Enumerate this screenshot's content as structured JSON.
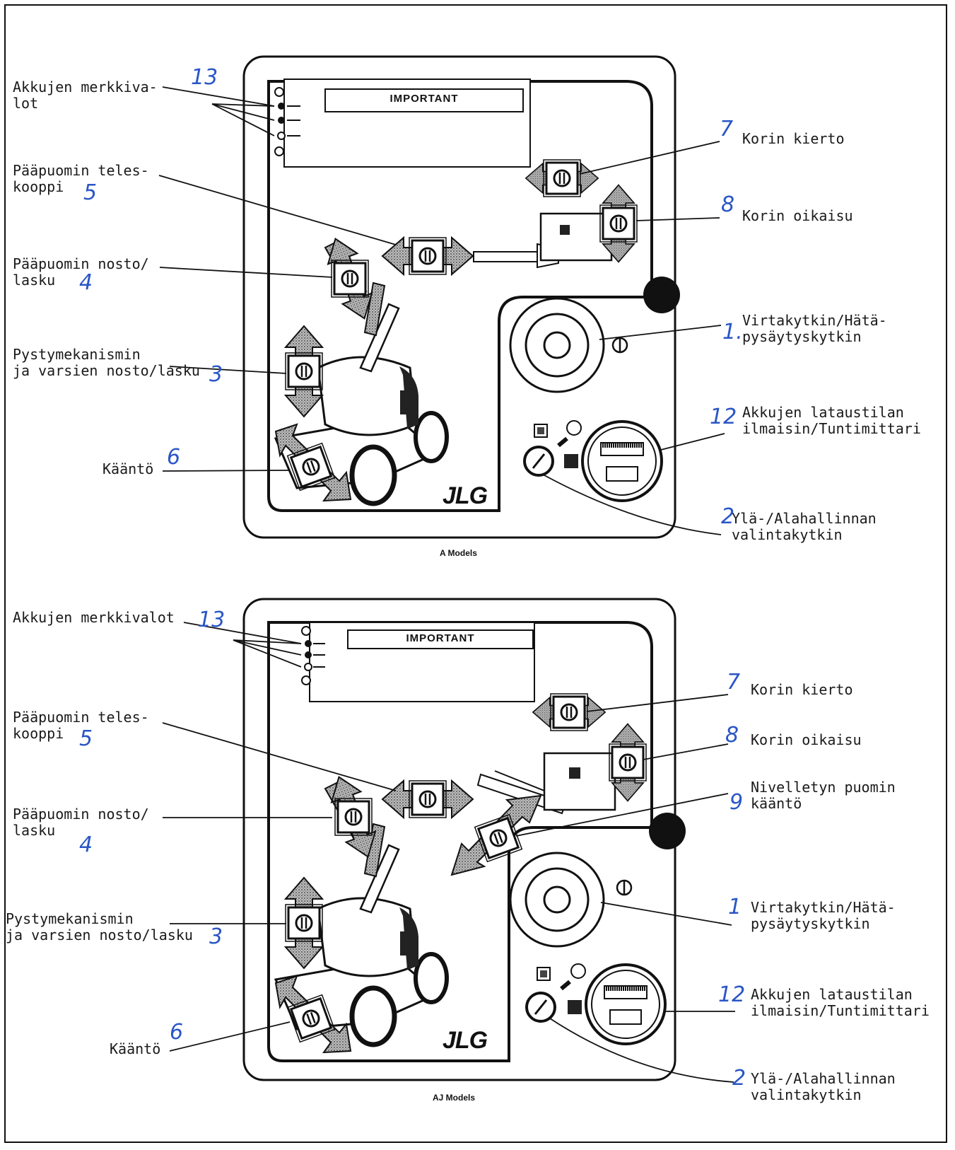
{
  "top": {
    "caption": "A Models",
    "important": "IMPORTANT",
    "logo": "JLG",
    "labels": {
      "l13": "Akkujen merkkiva-\nlot",
      "l5": "Pääpuomin teles-\nkooppi",
      "l4": "Pääpuomin nosto/\nlasku",
      "l3": "Pystymekanismin\nja varsien nosto/lasku",
      "l6": "Kääntö",
      "l7": "Korin kierto",
      "l8": "Korin oikaisu",
      "l1": "Virtakytkin/Hätä-\npysäytyskytkin",
      "l12": "Akkujen lataustilan\nilmaisin/Tuntimittari",
      "l2": "Ylä-/Alahallinnan\nvalintakytkin"
    },
    "numbers": {
      "n13": "13",
      "n5": "5",
      "n4": "4",
      "n3": "3",
      "n6": "6",
      "n7": "7",
      "n8": "8",
      "n1": "1.",
      "n12": "12",
      "n2": "2"
    }
  },
  "bottom": {
    "caption": "AJ Models",
    "important": "IMPORTANT",
    "logo": "JLG",
    "labels": {
      "l13": "Akkujen merkkivalot",
      "l5": "Pääpuomin teles-\nkooppi",
      "l4": "Pääpuomin nosto/\nlasku",
      "l3": "Pystymekanismin\nja varsien nosto/lasku",
      "l6": "Kääntö",
      "l7": "Korin kierto",
      "l8": "Korin oikaisu",
      "l9": "Nivelletyn puomin\nkääntö",
      "l1": "Virtakytkin/Hätä-\npysäytyskytkin",
      "l12": "Akkujen lataustilan\nilmaisin/Tuntimittari",
      "l2": "Ylä-/Alahallinnan\nvalintakytkin"
    },
    "numbers": {
      "n13": "13",
      "n5": "5",
      "n4": "4",
      "n3": "3",
      "n6": "6",
      "n7": "7",
      "n8": "8",
      "n9": "9",
      "n1": "1",
      "n12": "12",
      "n2": "2"
    }
  },
  "colors": {
    "ink": "#111111",
    "arrow_fill": "#9a9a9a",
    "handwriting": "#2a56c6"
  }
}
